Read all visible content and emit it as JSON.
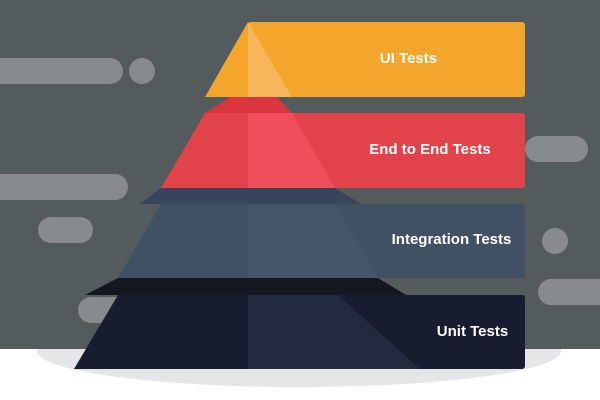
{
  "diagram": {
    "type": "test-pyramid",
    "layers": [
      {
        "label": "UI Tests",
        "color": "#f4a52c",
        "shade": "#f7b65a",
        "connector": "#d9363f"
      },
      {
        "label": "End to End Tests",
        "color": "#e2424a",
        "shade": "#f04e5a",
        "connector": "#37445a"
      },
      {
        "label": "Integration Tests",
        "color": "#425064",
        "shade": "#465669",
        "connector": "#141720"
      },
      {
        "label": "Unit Tests",
        "color": "#171c2e",
        "shade": "#222a40",
        "connector": null
      }
    ],
    "colors": {
      "background": "#535b5c",
      "decor_pill": "#878b8d",
      "floor_shadow": "#e6e6e8",
      "page": "#ffffff",
      "text": "#ffffff"
    }
  }
}
